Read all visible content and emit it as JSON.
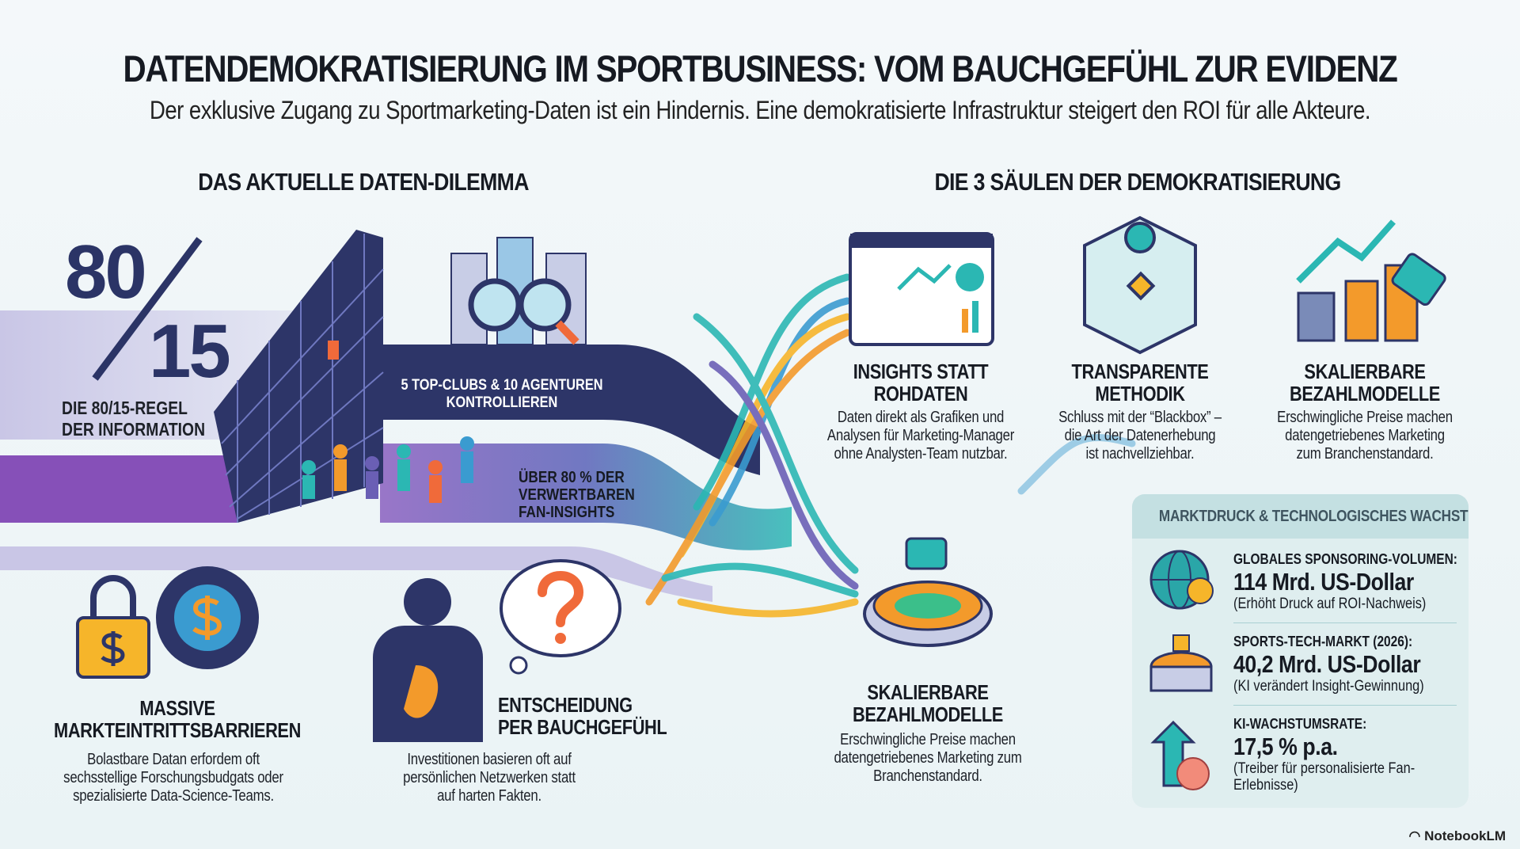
{
  "title": "DATENDEMOKRATISIERUNG IM SPORTBUSINESS: VOM BAUCHGEFÜHL ZUR EVIDENZ",
  "subtitle": "Der exklusive Zugang zu Sportmarketing-Daten ist ein Hindernis. Eine demokratisierte Infrastruktur steigert den ROI für alle Akteure.",
  "left": {
    "heading": "DAS AKTUELLE DATEN-DILEMMA",
    "ratio": {
      "top": "80",
      "bottom": "15",
      "label1": "DIE 80/15-REGEL",
      "label2": "DER INFORMATION"
    },
    "control": {
      "line1": "5 TOP-CLUBS & 10 AGENTUREN",
      "line2": "KONTROLLIEREN"
    },
    "insights": {
      "line1": "ÜBER 80 % DER",
      "line2": "VERWERTBAREN",
      "line3": "FAN-INSIGHTS"
    },
    "barriers": {
      "title1": "MASSIVE",
      "title2": "MARKTEINTRITTSBARRIEREN",
      "d1": "Bolastbare Datan erfordem oft",
      "d2": "sechsstellige Forschungsbudgats oder",
      "d3": "spezialisierte Data-Science-Teams."
    },
    "gut": {
      "title1": "ENTSCHEIDUNG",
      "title2": "PER BAUCHGEFÜHL",
      "d1": "Investitionen basieren oft auf",
      "d2": "persönlichen Netzwerken statt",
      "d3": "auf harten Fakten."
    }
  },
  "right": {
    "heading": "DIE 3 SÄULEN DER DEMOKRATISIERUNG",
    "pillars": [
      {
        "t1": "INSIGHTS STATT",
        "t2": "ROHDATEN",
        "d1": "Daten direkt als Grafiken und",
        "d2": "Analysen für Marketing-Manager",
        "d3": "ohne Analysten-Team nutzbar."
      },
      {
        "t1": "TRANSPARENTE",
        "t2": "METHODIK",
        "d1": "Schluss mit der “Blackbox” –",
        "d2": "die Art der Datenerhebung",
        "d3": "ist nachvellziehbar."
      },
      {
        "t1": "SKALIERBARE",
        "t2": "BEZAHLMODELLE",
        "d1": "Erschwingliche Preise machen",
        "d2": "datengetriebenes Marketing",
        "d3": "zum Branchenstandard."
      }
    ],
    "stadium": {
      "t1": "SKALIERBARE",
      "t2": "BEZAHLMODELLE",
      "d1": "Erschwingliche Preise machen",
      "d2": "datengetriebenes Marketing zum",
      "d3": "Branchenstandard."
    },
    "market": {
      "header": "MARKTDRUCK & TECHNOLOGISCHES WACHSTUM",
      "items": [
        {
          "label": "GLOBALES SPONSORING-VOLUMEN:",
          "value": "114 Mrd. US-Dollar",
          "note": "(Erhöht Druck auf ROI-Nachweis)"
        },
        {
          "label": "SPORTS-TECH-MARKT (2026):",
          "value": "40,2 Mrd. US-Dollar",
          "note": "(KI verändert Insight-Gewinnung)"
        },
        {
          "label": "KI-WACHSTUMSRATE:",
          "value": "17,5 % p.a.",
          "note": "(Treiber für personalisierte Fan-Erlebnisse)"
        }
      ]
    }
  },
  "brand": "NotebookLM",
  "colors": {
    "navy": "#2b3466",
    "teal": "#2bb7b3",
    "orange": "#f39a2b",
    "purple": "#7a4fb0"
  }
}
